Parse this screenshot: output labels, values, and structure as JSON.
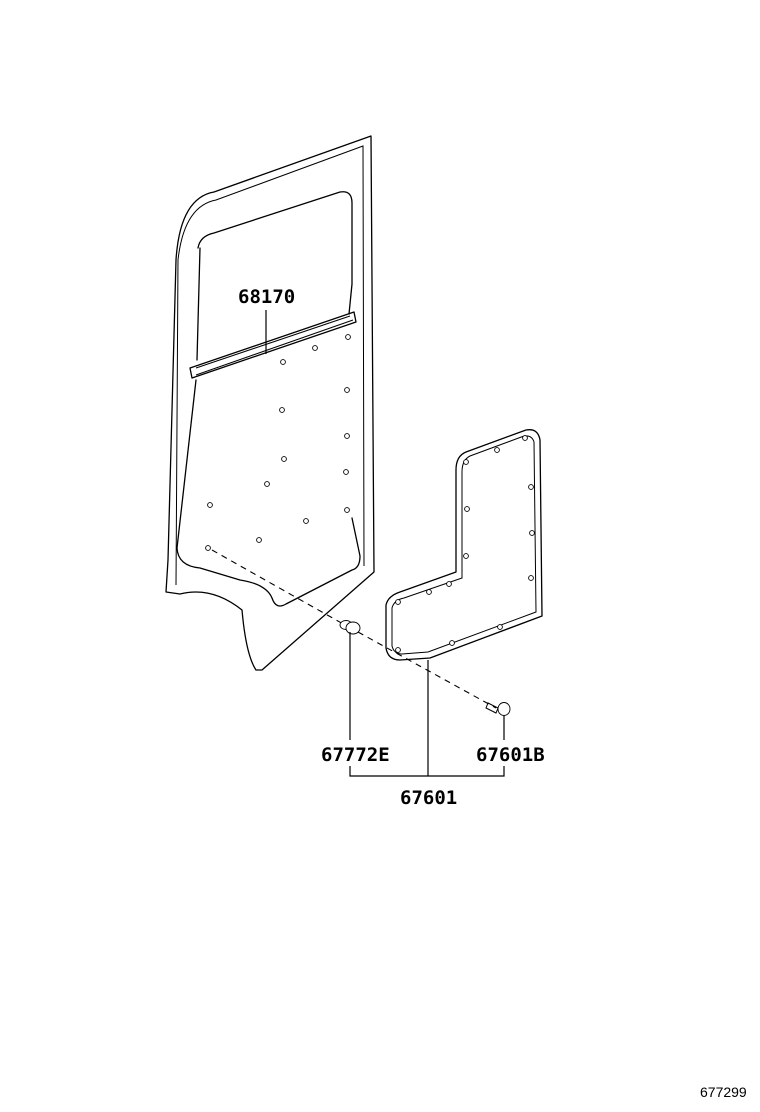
{
  "parts": {
    "weatherstrip": "68170",
    "grommet": "67772E",
    "clip": "67601B",
    "board": "67601"
  },
  "figure_id": "677299"
}
